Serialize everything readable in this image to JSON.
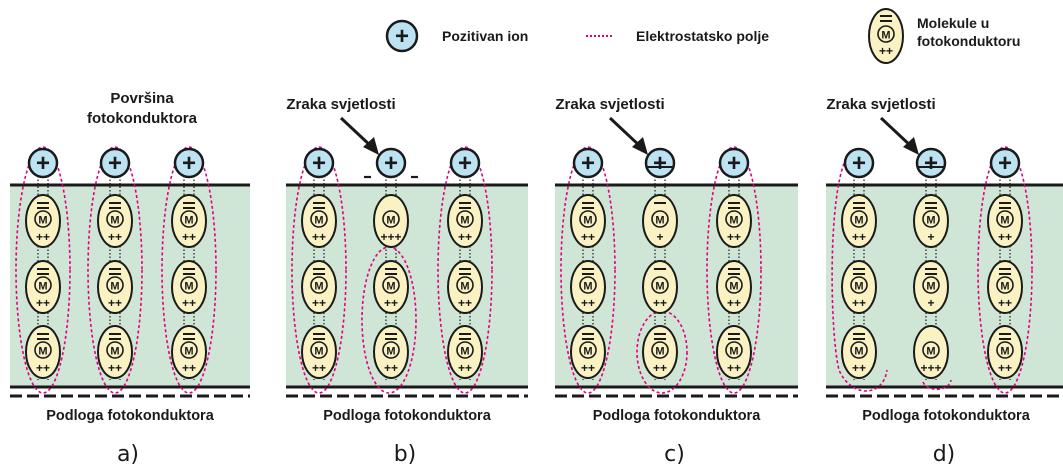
{
  "legend": {
    "ion_label": "Pozitivan ion",
    "field_label": "Elektrostatsko polje",
    "molecule_label_line1": "Molekule u",
    "molecule_label_line2": "fotokonduktoru",
    "ion_symbol": "+",
    "molecule_symbol": "M"
  },
  "panels": [
    {
      "id": "a",
      "letter": "a)",
      "top_label_line1": "Površina",
      "top_label_line2": "fotokonduktora",
      "bottom_label": "Podloga  fotokonduktora",
      "light": false
    },
    {
      "id": "b",
      "letter": "b)",
      "light_label": "Zraka svjetlosti",
      "bottom_label": "Podloga fotokonduktora",
      "light": true
    },
    {
      "id": "c",
      "letter": "c)",
      "light_label": "Zraka svjetlosti",
      "bottom_label": "Podloga fotokonduktora",
      "light": true
    },
    {
      "id": "d",
      "letter": "d)",
      "light_label": "Zraka svjetlosti",
      "bottom_label": "Podloga fotokonduktora",
      "light": true
    }
  ],
  "colors": {
    "photoconductor": "#cfe6d6",
    "ion": "#bde3f2",
    "molecule": "#fbf2c4",
    "field": "#e4007c",
    "outline": "#1a1a1a"
  }
}
